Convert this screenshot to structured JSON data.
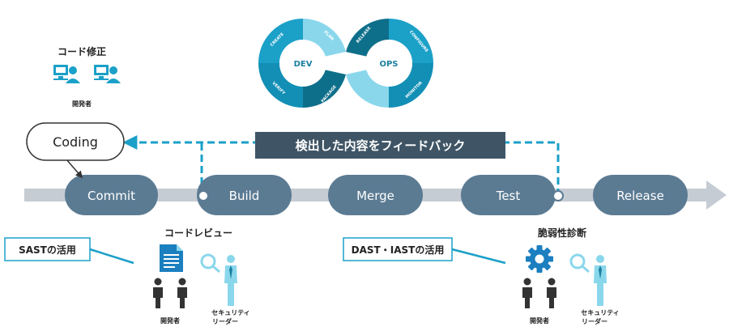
{
  "devops_loop": {
    "dev_label": "DEV",
    "ops_label": "OPS",
    "segments": {
      "create": "CREATE",
      "plan": "PLAN",
      "verify": "VERIFY",
      "package": "PACKAGE",
      "release": "RELEASE",
      "configure": "CONFIGURE",
      "monitor": "MONITOR"
    }
  },
  "code_fix": {
    "title": "コード修正",
    "developer_label": "開発者"
  },
  "coding_bubble": {
    "label": "Coding"
  },
  "feedback": {
    "label": "検出した内容をフィードバック"
  },
  "pipeline": {
    "stages": [
      {
        "id": "commit",
        "label": "Commit"
      },
      {
        "id": "build",
        "label": "Build"
      },
      {
        "id": "merge",
        "label": "Merge"
      },
      {
        "id": "test",
        "label": "Test"
      },
      {
        "id": "release",
        "label": "Release"
      }
    ]
  },
  "code_review": {
    "title": "コードレビュー",
    "developer_label": "開発者",
    "security_leader_line1": "セキュリティ",
    "security_leader_line2": "リーダー"
  },
  "sast": {
    "label": "SASTの活用"
  },
  "dast": {
    "label": "DAST・IASTの活用"
  },
  "vuln_scan": {
    "title": "脆弱性診断",
    "developer_label": "開発者",
    "security_leader_line1": "セキュリティ",
    "security_leader_line2": "リーダー"
  },
  "colors": {
    "stage_fill": "#5b7b93",
    "track": "#c5ccd3",
    "feedback_box": "#3f5566",
    "accent": "#1ba0c8",
    "light_blue": "#8ad7ec",
    "dark_teal": "#0e6f8a"
  }
}
